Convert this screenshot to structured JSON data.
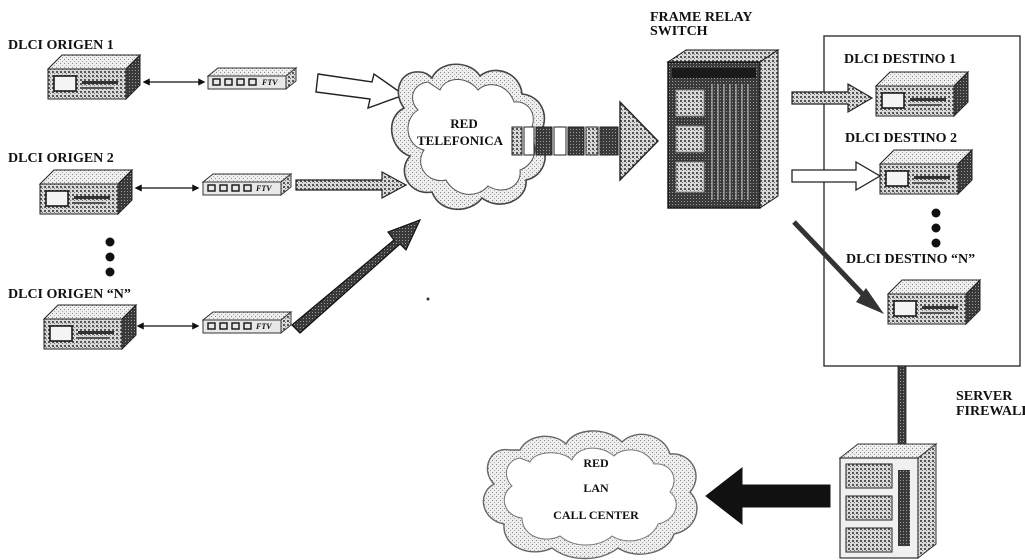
{
  "origins": [
    {
      "label": "DLCI ORIGEN 1"
    },
    {
      "label": "DLCI ORIGEN 2"
    },
    {
      "label": "DLCI ORIGEN “N”"
    }
  ],
  "destinations": [
    {
      "label": "DLCI DESTINO 1"
    },
    {
      "label": "DLCI DESTINO 2"
    },
    {
      "label": "DLCI DESTINO “N”"
    }
  ],
  "modem_label": "FTV",
  "red_telefonica": {
    "line1": "RED",
    "line2": "TELEFONICA"
  },
  "frame_relay_switch": {
    "line1": "FRAME RELAY",
    "line2": "SWITCH"
  },
  "server_firewall": {
    "line1": "SERVER",
    "line2": "FIREWALL"
  },
  "red_lan": {
    "line1": "RED",
    "line2": "LAN",
    "line3": "CALL CENTER"
  }
}
